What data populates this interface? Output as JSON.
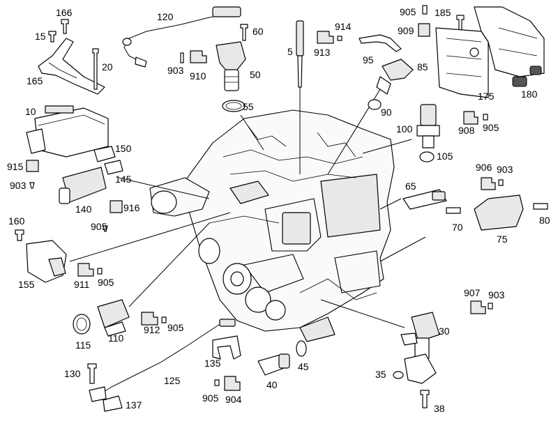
{
  "diagram": {
    "part_numbers": {
      "p166": "166",
      "p15": "15",
      "p165": "165",
      "p20": "20",
      "p120": "120",
      "p60": "60",
      "p903a": "903",
      "p910": "910",
      "p50": "50",
      "p5": "5",
      "p914": "914",
      "p913": "913",
      "p55": "55",
      "p905a": "905",
      "p909": "909",
      "p95": "95",
      "p85": "85",
      "p90": "90",
      "p185": "185",
      "p175": "175",
      "p180": "180",
      "p10": "10",
      "p915": "915",
      "p903b": "903",
      "p150": "150",
      "p145": "145",
      "p140": "140",
      "p916": "916",
      "p905b": "905",
      "p100": "100",
      "p908": "908",
      "p905c": "905",
      "p105": "105",
      "p906": "906",
      "p903c": "903",
      "p65": "65",
      "p70": "70",
      "p80": "80",
      "p75": "75",
      "p160": "160",
      "p155": "155",
      "p911": "911",
      "p905d": "905",
      "p907": "907",
      "p903d": "903",
      "p30": "30",
      "p115": "115",
      "p110": "110",
      "p912": "912",
      "p905e": "905",
      "p135": "135",
      "p45": "45",
      "p130": "130",
      "p125": "125",
      "p137": "137",
      "p905f": "905",
      "p904": "904",
      "p40": "40",
      "p35": "35",
      "p38": "38"
    }
  }
}
